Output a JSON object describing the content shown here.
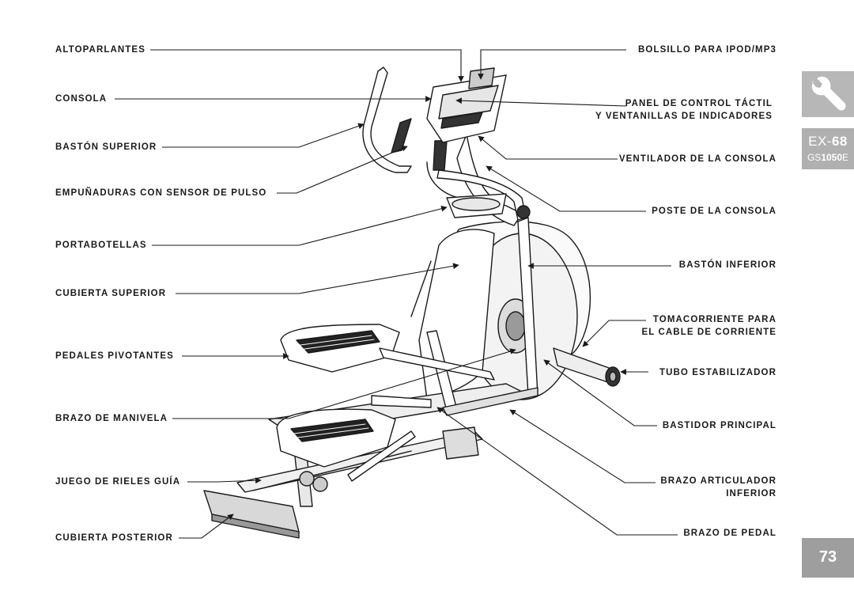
{
  "labels_left": [
    {
      "id": "altoparlantes",
      "text": "ALTOPARLANTES"
    },
    {
      "id": "consola",
      "text": "CONSOLA"
    },
    {
      "id": "baston-superior",
      "text": "BASTÓN SUPERIOR"
    },
    {
      "id": "empunaduras",
      "text": "EMPUÑADURAS CON SENSOR DE PULSO"
    },
    {
      "id": "portabotellas",
      "text": "PORTABOTELLAS"
    },
    {
      "id": "cubierta-superior",
      "text": "CUBIERTA SUPERIOR"
    },
    {
      "id": "pedales",
      "text": "PEDALES PIVOTANTES"
    },
    {
      "id": "brazo-manivela",
      "text": "BRAZO DE MANIVELA"
    },
    {
      "id": "rieles",
      "text": "JUEGO DE RIELES GUÍA"
    },
    {
      "id": "cubierta-posterior",
      "text": "CUBIERTA POSTERIOR"
    }
  ],
  "labels_right": [
    {
      "id": "bolsillo",
      "text": "BOLSILLO PARA IPOD/MP3"
    },
    {
      "id": "panel",
      "text": "PANEL DE CONTROL TÁCTIL",
      "text2": "Y VENTANILLAS DE INDICADORES"
    },
    {
      "id": "ventilador",
      "text": "VENTILADOR DE LA CONSOLA"
    },
    {
      "id": "poste",
      "text": "POSTE DE LA CONSOLA"
    },
    {
      "id": "baston-inferior",
      "text": "BASTÓN INFERIOR"
    },
    {
      "id": "tomacorriente",
      "text": "TOMACORRIENTE PARA",
      "text2": "EL CABLE DE CORRIENTE"
    },
    {
      "id": "tubo",
      "text": "TUBO ESTABILIZADOR"
    },
    {
      "id": "bastidor",
      "text": "BASTIDOR PRINCIPAL"
    },
    {
      "id": "brazo-articulador",
      "text": "BRAZO ARTICULADOR",
      "text2": "INFERIOR"
    },
    {
      "id": "brazo-pedal",
      "text": "BRAZO DE PEDAL"
    }
  ],
  "side": {
    "model_prefix": "EX-",
    "model_number": "68",
    "submodel_prefix": "GS",
    "submodel_number": "1050",
    "submodel_suffix": "E",
    "page_number": "73",
    "icon": "wrench-icon",
    "tab_color": "#b7b7b7"
  }
}
